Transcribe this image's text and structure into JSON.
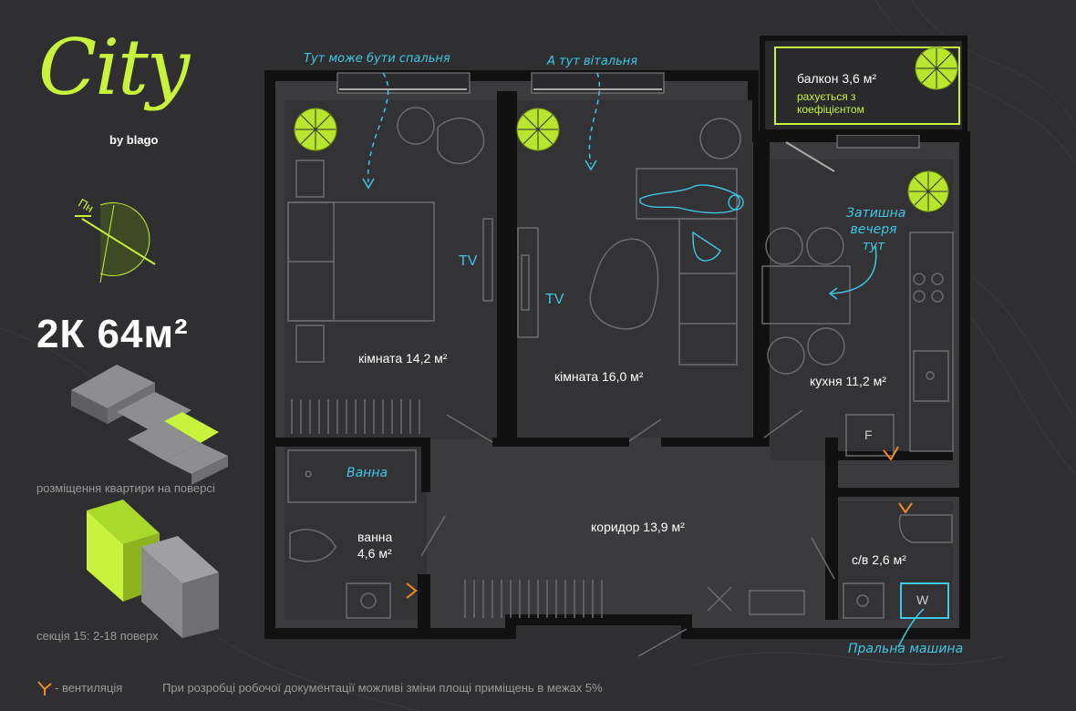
{
  "brand": {
    "logo_text": "City",
    "by_label": "by blago"
  },
  "compass": {
    "north_label": "Пн"
  },
  "apartment": {
    "type_area": "2К 64м²"
  },
  "floor_placement": {
    "caption": "розміщення квартири на поверсі"
  },
  "section": {
    "caption": "секція 15: 2-18 поверх"
  },
  "legend": {
    "vent_label": "- вентиляція"
  },
  "disclaimer": "При розробці робочої документації можливі зміни площі приміщень в межах 5%",
  "rooms": {
    "room1": "кімната 14,2 м²",
    "room2": "кімната 16,0 м²",
    "kitchen": "кухня 11,2 м²",
    "corridor": "коридор 13,9 м²",
    "bath_name": "ванна",
    "bath_area": "4,6 м²",
    "wc": "с/в 2,6 м²",
    "balcony": "балкон 3,6 м²",
    "balcony_note_1": "рахується з",
    "balcony_note_2": "коефіцієнтом"
  },
  "annotations": {
    "bedroom_note": "Тут може бути спальня",
    "living_note": "А тут вітальня",
    "dinner_1": "Затишна",
    "dinner_2": "вечеря",
    "dinner_3": "тут",
    "bath_tub": "Ванна",
    "washer": "Пральна машина",
    "tv1": "TV",
    "tv2": "TV",
    "fridge": "F",
    "washer_letter": "W"
  },
  "colors": {
    "accent": "#c8f23c",
    "annotation": "#3ec7e6",
    "vent": "#f08a24",
    "background": "#2f2f31",
    "plan": "#3a3a3c",
    "wall": "#111112"
  }
}
